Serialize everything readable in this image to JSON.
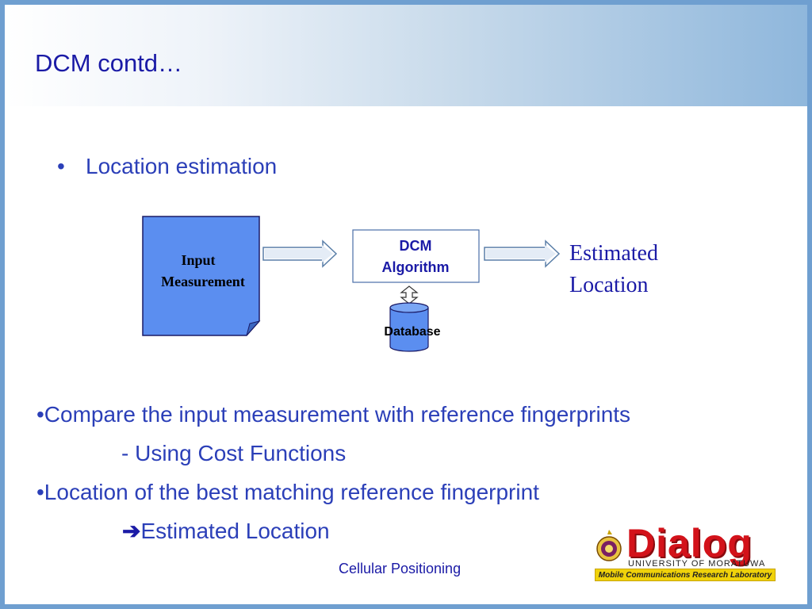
{
  "slide": {
    "title": "DCM contd…",
    "bullet_dot": "•",
    "bullet": "Location estimation",
    "diagram": {
      "input_line1": "Input",
      "input_line2": "Measurement",
      "dcm_line1": "DCM",
      "dcm_line2": "Algorithm",
      "database": "Database",
      "output_line1": "Estimated",
      "output_line2": "Location"
    },
    "points": [
      "•Compare the input measurement with reference fingerprints",
      "- Using Cost Functions",
      "•Location of the best matching reference fingerprint",
      "Estimated Location"
    ],
    "footer": "Cellular Positioning",
    "logo": {
      "brand": "Dialog",
      "university": "UNIVERSITY  OF  MORATUWA",
      "lab": "Mobile Communications Research Laboratory"
    },
    "colors": {
      "title": "#1a1aa6",
      "text": "#2b3fb8",
      "frame": "#6f9fd0",
      "doc_fill": "#5b8ef0",
      "brand_red": "#d3121a",
      "lab_yellow": "#f0d20a"
    },
    "icons": [
      "arrow-right-icon",
      "double-arrow-icon",
      "database-cylinder-icon",
      "document-icon"
    ]
  }
}
